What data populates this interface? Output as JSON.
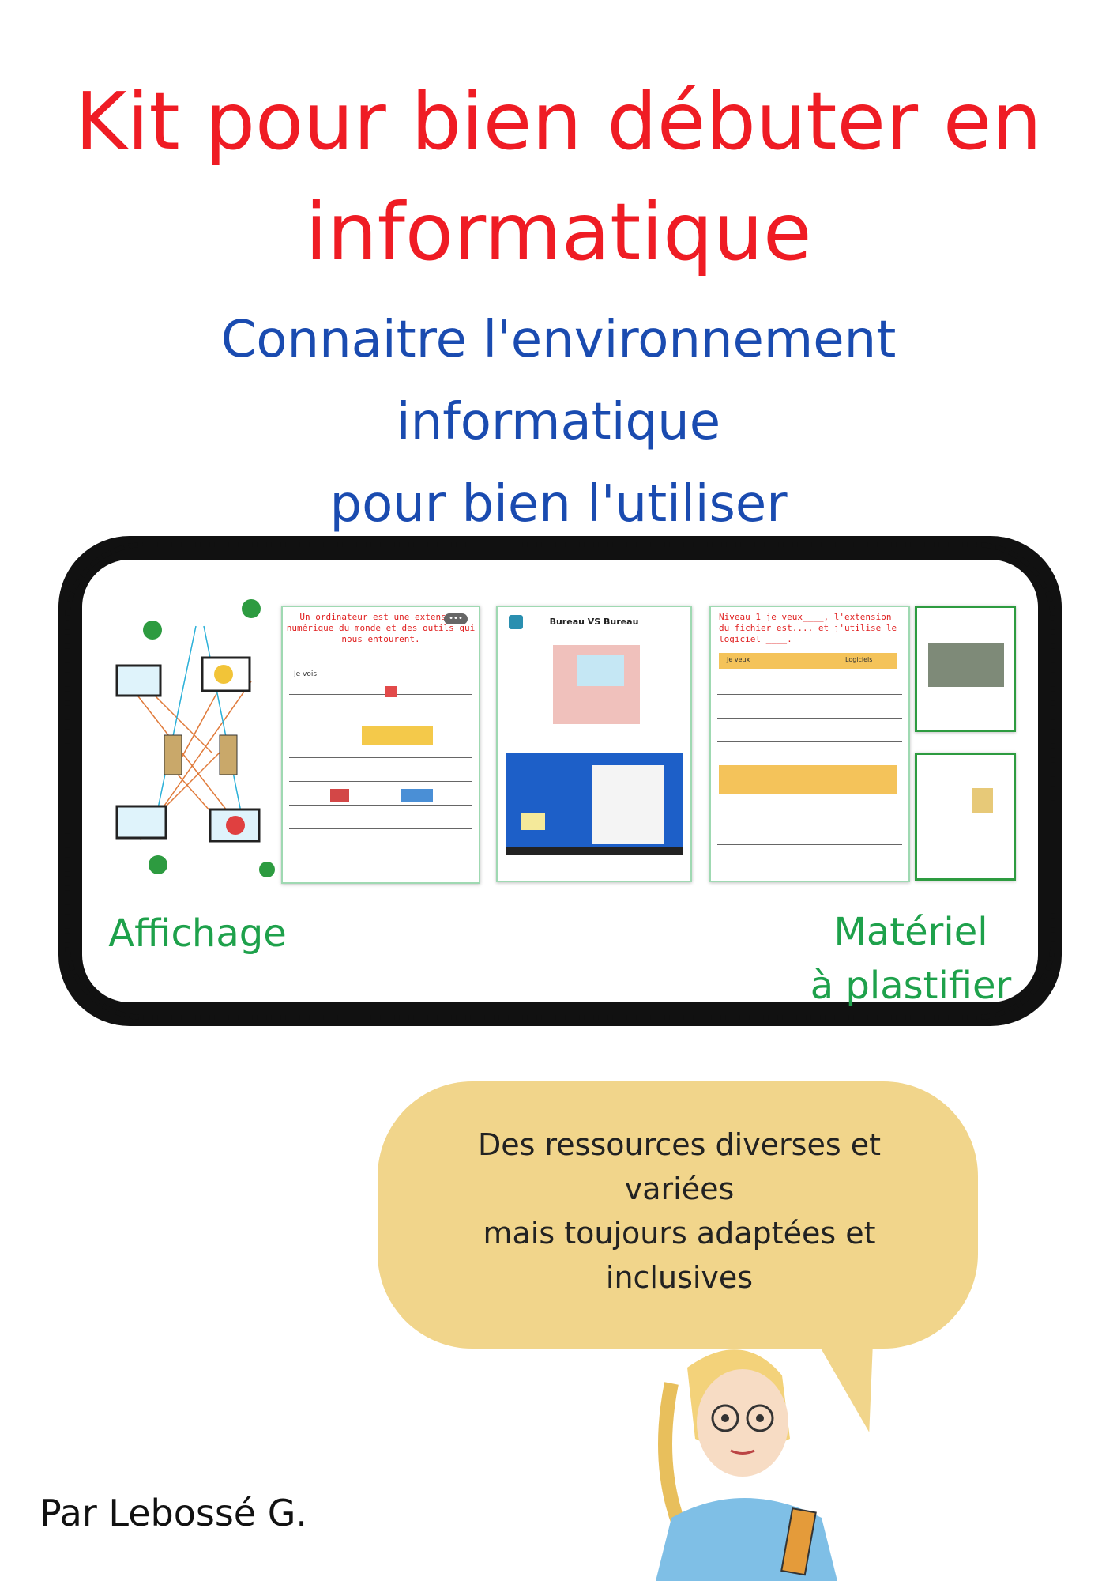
{
  "title": {
    "line1": "Kit pour bien débuter en",
    "line2": "informatique"
  },
  "subtitle": {
    "line1": "Connaitre l'environnement",
    "line2": "informatique",
    "line3": "pour bien l'utiliser"
  },
  "frame": {
    "thumbnails": [
      {
        "name": "network-diagram",
        "text": ""
      },
      {
        "name": "extension-worksheet",
        "text": "Un ordinateur est une extension numérique du monde et des outils qui nous entourent.",
        "header_left": "Je vois",
        "badge": "•••"
      },
      {
        "name": "bureau-vs-bureau",
        "text": "Bureau VS Bureau"
      },
      {
        "name": "extension-file-sheet",
        "text": "Niveau 1   je veux____, l'extension du fichier est.... et j'utilise le logiciel ____.",
        "header_left": "Je veux",
        "header_right": "Logiciels"
      },
      {
        "name": "letter-sheet",
        "text": ""
      }
    ],
    "label_left": "Affichage",
    "label_right_line1": "Matériel",
    "label_right_line2": "à plastifier"
  },
  "bubble": {
    "line1": "Des ressources  diverses et",
    "line2": "variées",
    "line3": "mais toujours adaptées et",
    "line4": "inclusives"
  },
  "author": "Par Lebossé G.",
  "colors": {
    "title": "#ef1c24",
    "subtitle": "#1a4bb0",
    "label": "#1ea14b",
    "bubble": "#f1d58b",
    "frame": "#111111"
  }
}
